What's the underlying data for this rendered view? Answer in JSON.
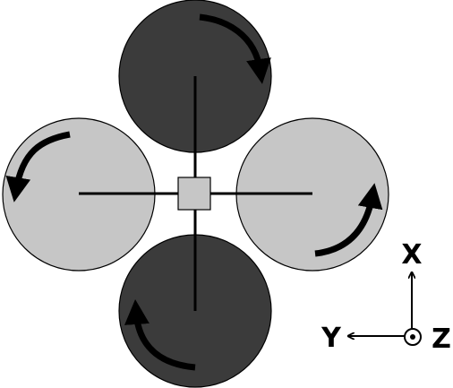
{
  "colors": {
    "front_back_rotor": "#3b3b3b",
    "left_right_rotor": "#c6c6c6",
    "hub": "#c6c6c6",
    "stroke": "#000000",
    "arrow": "#000000",
    "background": "#ffffff"
  },
  "rotors": [
    {
      "id": "front",
      "shade": "dark",
      "spin": "clockwise"
    },
    {
      "id": "left",
      "shade": "light",
      "spin": "counter-clockwise"
    },
    {
      "id": "right",
      "shade": "light",
      "spin": "counter-clockwise"
    },
    {
      "id": "back",
      "shade": "dark",
      "spin": "clockwise"
    }
  ],
  "axes": {
    "x_label": "X",
    "y_label": "Y",
    "z_label": "Z",
    "z_symbol": "out-of-page"
  }
}
